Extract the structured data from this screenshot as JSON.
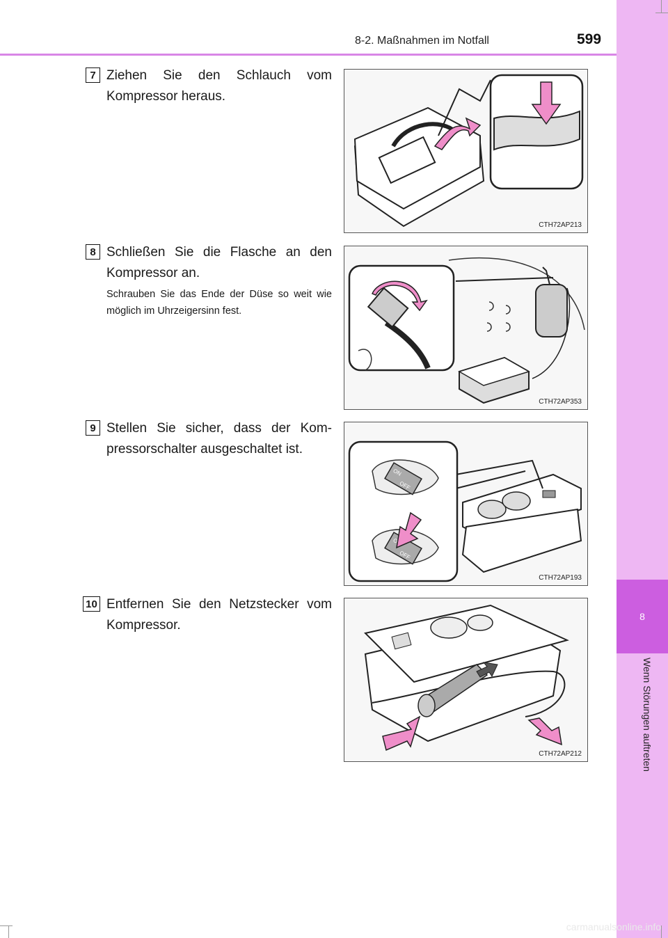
{
  "header": {
    "section_title": "8-2. Maßnahmen im Notfall",
    "page_number": "599"
  },
  "sidebar": {
    "chapter_number": "8",
    "chapter_title": "Wenn Störungen auftreten"
  },
  "steps": [
    {
      "number": "7",
      "text": "Ziehen Sie den Schlauch vom Kompressor heraus.",
      "figure_code": "CTH72AP213"
    },
    {
      "number": "8",
      "text": "Schließen Sie die Flasche an den Kompressor an.",
      "note": "Schrauben Sie das Ende der Düse so weit wie möglich im Uhrzeigersinn fest.",
      "figure_code": "CTH72AP353"
    },
    {
      "number": "9",
      "text": "Stellen Sie sicher, dass der Kom-pressorschalter ausgeschaltet ist.",
      "figure_code": "CTH72AP193",
      "switch_on": "ON",
      "switch_off": "OFF"
    },
    {
      "number": "10",
      "text": "Entfernen Sie den Netzstecker vom Kompressor.",
      "figure_code": "CTH72AP212"
    }
  ],
  "footer": {
    "watermark": "carmanualsonline.info"
  },
  "colors": {
    "sidebar": "#eeb7f3",
    "sidebar_tab": "#cc5ee0",
    "arrow_pink": "#ef8ec9"
  }
}
